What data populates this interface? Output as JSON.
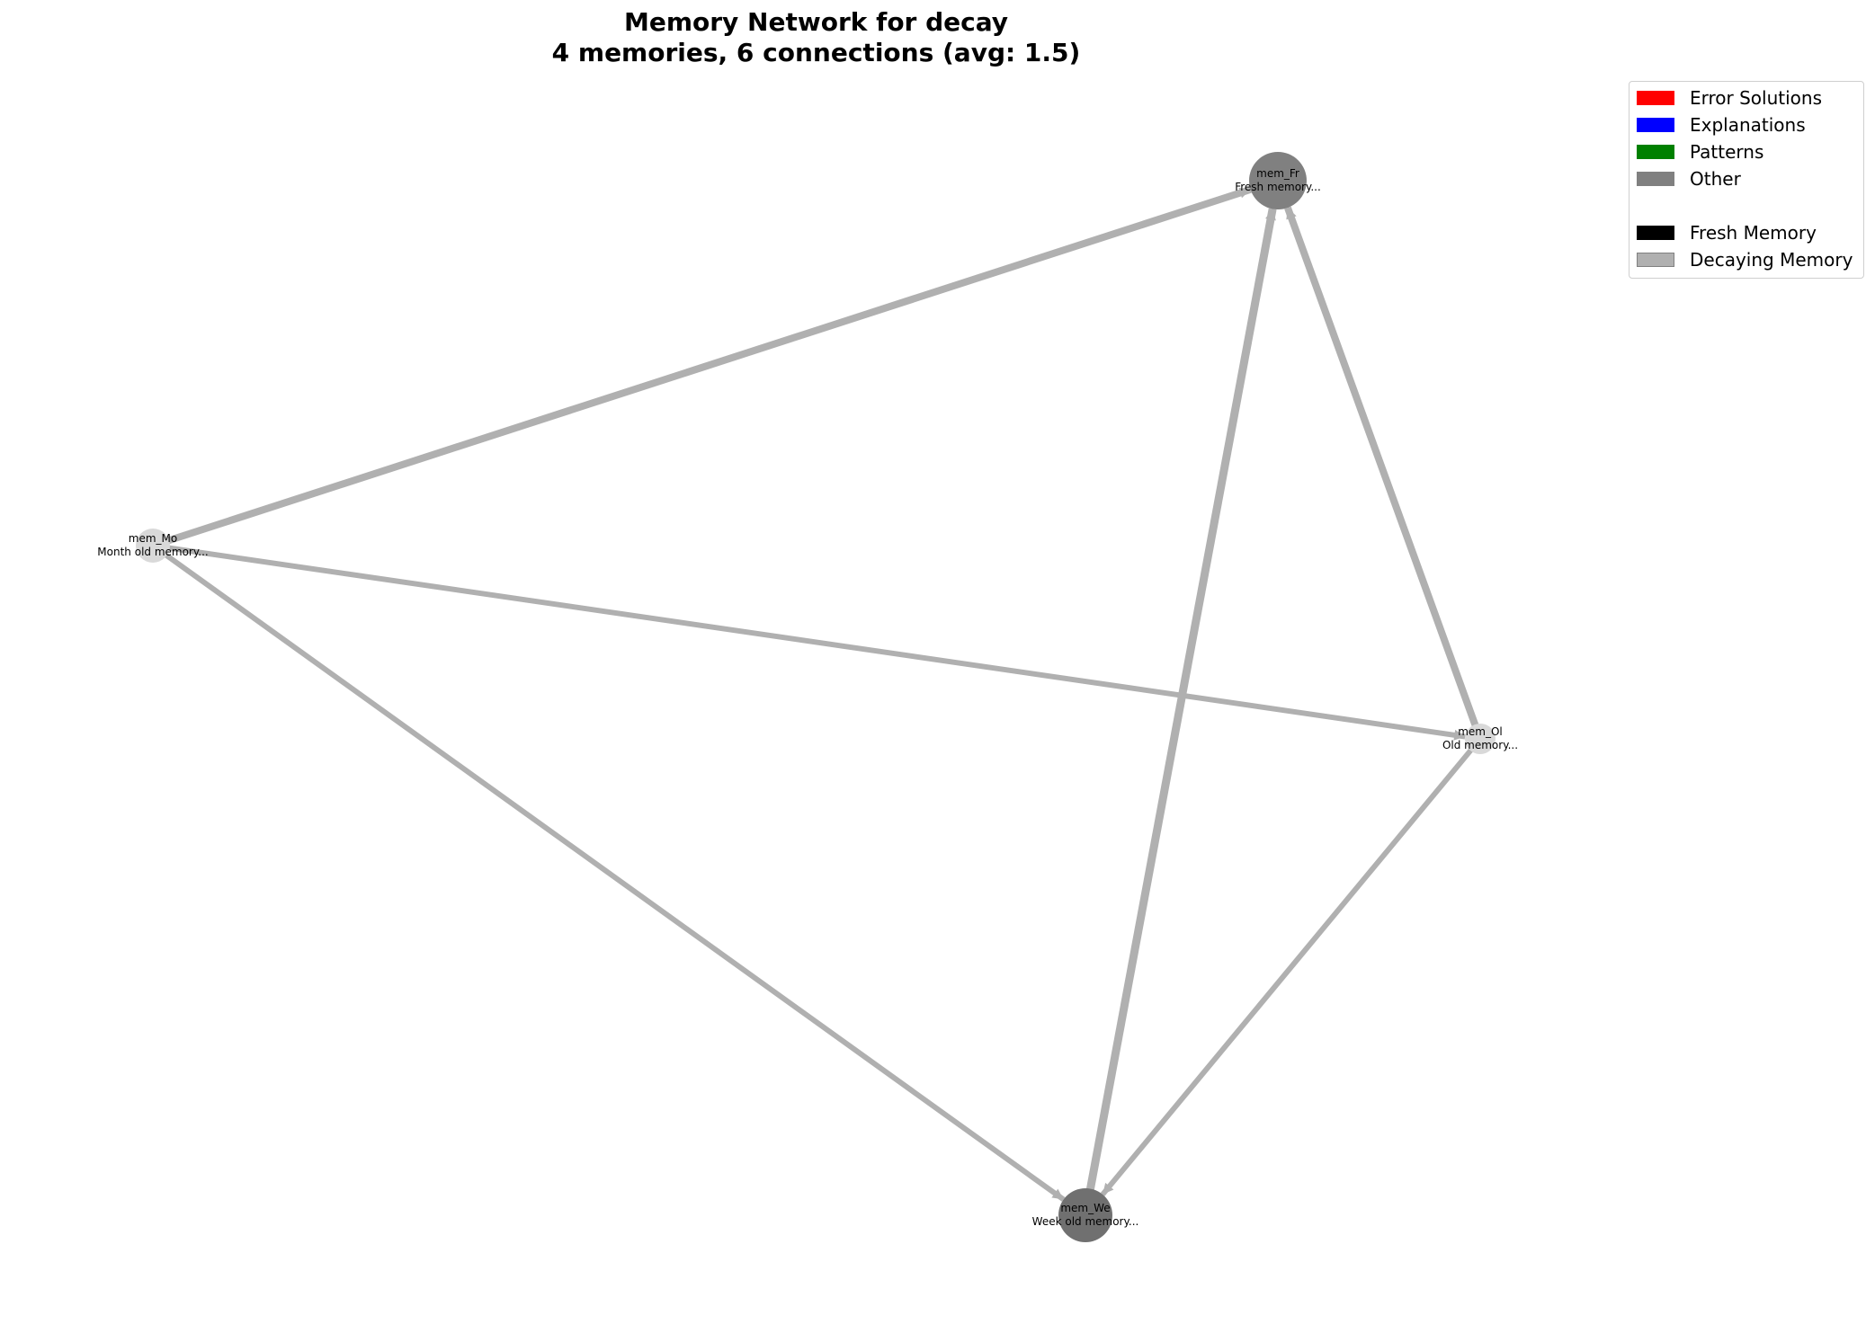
{
  "title": {
    "line1": "Memory Network for decay",
    "line2": "4 memories, 6 connections (avg: 1.5)"
  },
  "nodes": [
    {
      "id": "fr",
      "name": "mem_Fr",
      "desc": "Fresh memory...",
      "state": "fresh",
      "color": "#808080"
    },
    {
      "id": "mo",
      "name": "mem_Mo",
      "desc": "Month old memory...",
      "state": "decaying",
      "color": "#d9d9d9"
    },
    {
      "id": "ol",
      "name": "mem_Ol",
      "desc": "Old memory...",
      "state": "decaying",
      "color": "#d9d9d9"
    },
    {
      "id": "we",
      "name": "mem_We",
      "desc": "Week old memory...",
      "state": "fresh",
      "color": "#707070"
    }
  ],
  "edges": [
    {
      "source": "mo",
      "target": "fr"
    },
    {
      "source": "we",
      "target": "fr"
    },
    {
      "source": "ol",
      "target": "fr"
    },
    {
      "source": "mo",
      "target": "ol"
    },
    {
      "source": "mo",
      "target": "we"
    },
    {
      "source": "ol",
      "target": "we"
    }
  ],
  "edge_color": "#b0b0b0",
  "legend": {
    "items": [
      {
        "label": "Error Solutions",
        "color": "#ff0000",
        "border": "#ff0000"
      },
      {
        "label": "Explanations",
        "color": "#0000ff",
        "border": "#0000ff"
      },
      {
        "label": "Patterns",
        "color": "#008000",
        "border": "#008000"
      },
      {
        "label": "Other",
        "color": "#808080",
        "border": "#808080"
      },
      {
        "label": "Fresh Memory",
        "color": "#000000",
        "border": "#000000"
      },
      {
        "label": "Decaying Memory",
        "color": "#b0b0b0",
        "border": "#808080"
      }
    ]
  }
}
